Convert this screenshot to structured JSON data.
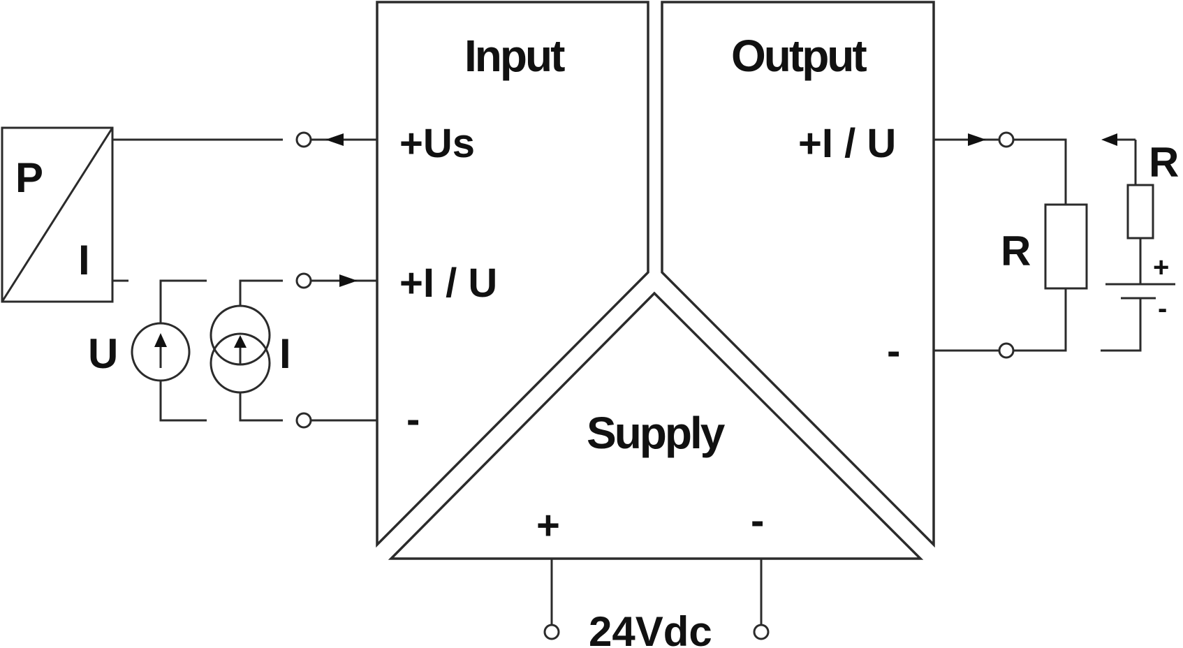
{
  "input": {
    "title": "Input",
    "pin_us": "+Us",
    "pin_iu": "+I / U",
    "pin_minus": "-"
  },
  "output": {
    "title": "Output",
    "pin_iu": "+I / U",
    "pin_minus": "-"
  },
  "supply": {
    "title": "Supply",
    "pin_plus": "+",
    "pin_minus": "-",
    "voltage": "24Vdc"
  },
  "transducer": {
    "top_label": "P",
    "bottom_label": "I"
  },
  "sources": {
    "voltage_label": "U",
    "current_label": "I"
  },
  "load": {
    "resistor_label": "R",
    "pot_label": "R",
    "battery_plus": "+",
    "battery_minus": "-"
  },
  "colors": {
    "line": "#2b2b2b",
    "text": "#111111",
    "background": "#ffffff"
  }
}
